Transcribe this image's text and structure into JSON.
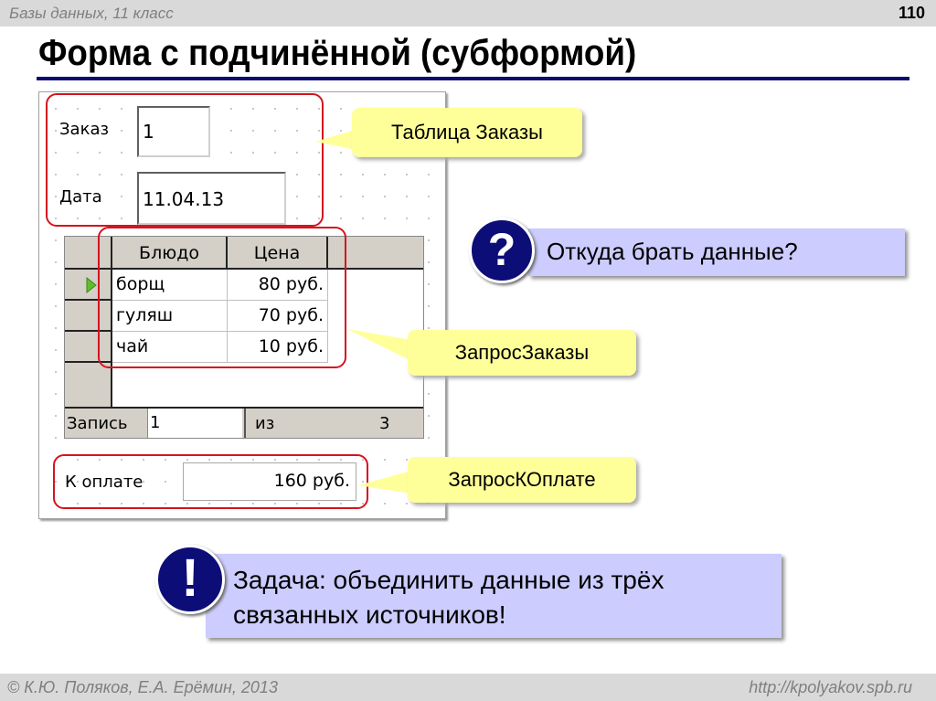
{
  "header": {
    "breadcrumb": "Базы данных, 11 класс",
    "slide_number": "110"
  },
  "title": "Форма с подчинённой (субформой)",
  "form": {
    "order_label": "Заказ",
    "order_value": "1",
    "date_label": "Дата",
    "date_value": "11.04.13",
    "subform": {
      "columns": [
        "Блюдо",
        "Цена"
      ],
      "rows": [
        {
          "dish": "борщ",
          "price": "80  руб."
        },
        {
          "dish": "гуляш",
          "price": "70  руб."
        },
        {
          "dish": "чай",
          "price": "10  руб."
        }
      ],
      "nav": {
        "record_label": "Запись",
        "record_value": "1",
        "of_label": "из",
        "total": "3"
      }
    },
    "payment_label": "К оплате",
    "payment_value": "160 руб."
  },
  "callouts": {
    "orders_table": "Таблица Заказы",
    "orders_query": "ЗапросЗаказы",
    "payment_query": "ЗапросКОплате"
  },
  "question": {
    "icon": "?",
    "text": "Откуда брать данные?"
  },
  "task": {
    "icon": "!",
    "line1": "Задача: объединить данные из трёх",
    "line2": "связанных источников!"
  },
  "footer": {
    "copyright": "© К.Ю. Поляков, Е.А. Ерёмин, 2013",
    "url": "http://kpolyakov.spb.ru"
  }
}
